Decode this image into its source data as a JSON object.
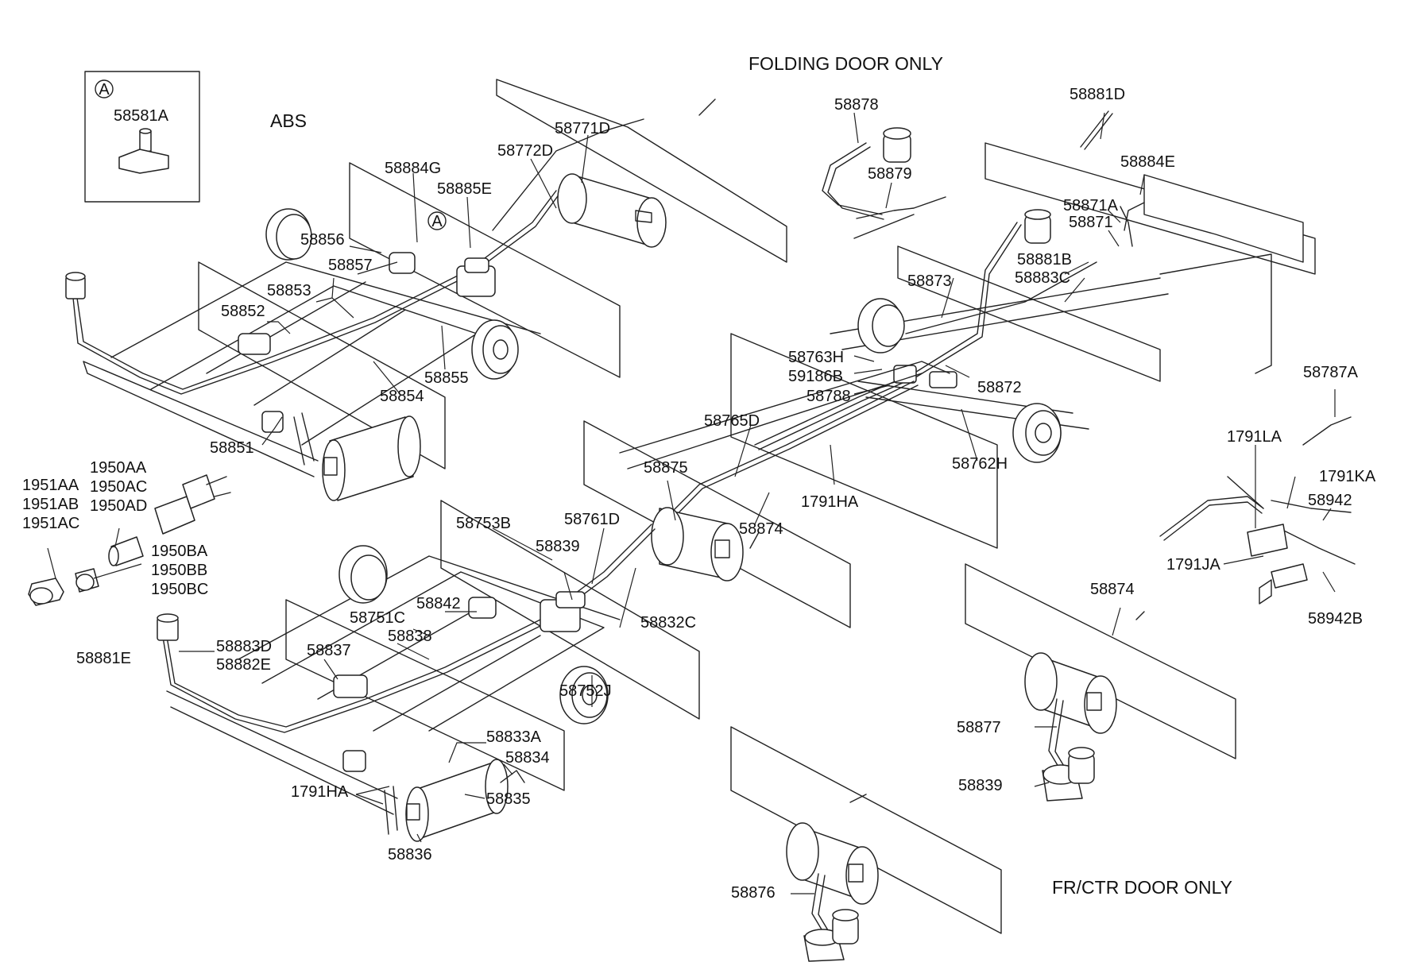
{
  "headers": {
    "folding": "FOLDING DOOR ONLY",
    "abs": "ABS",
    "frctr": "FR/CTR DOOR ONLY"
  },
  "detail_a": {
    "marker": "A",
    "part": "58581A"
  },
  "callout_a": "A",
  "labels": {
    "p58771D": "58771D",
    "p58772D": "58772D",
    "p58884G": "58884G",
    "p58885E": "58885E",
    "p58856": "58856",
    "p58857": "58857",
    "p58853": "58853",
    "p58852": "58852",
    "p58855": "58855",
    "p58854": "58854",
    "p58851": "58851",
    "p58878": "58878",
    "p58879": "58879",
    "p58881D": "58881D",
    "p58884E": "58884E",
    "p58871A": "58871A",
    "p58871": "58871",
    "p58881B": "58881B",
    "p58883C": "58883C",
    "p58873": "58873",
    "p58763H": "58763H",
    "p59186B": "59186B",
    "p58788": "58788",
    "p58872": "58872",
    "p58765D": "58765D",
    "p58762H": "58762H",
    "p1791HA_top": "1791HA",
    "p58787A": "58787A",
    "p1791LA": "1791LA",
    "p1791KA": "1791KA",
    "p58942": "58942",
    "p1791JA": "1791JA",
    "p58942B": "58942B",
    "p1951AA": "1951AA",
    "p1951AB": "1951AB",
    "p1951AC": "1951AC",
    "p1950AA": "1950AA",
    "p1950AC": "1950AC",
    "p1950AD": "1950AD",
    "p1950BA": "1950BA",
    "p1950BB": "1950BB",
    "p1950BC": "1950BC",
    "p58875": "58875",
    "p58874_mid": "58874",
    "p58761D": "58761D",
    "p58753B": "58753B",
    "p58839_mid": "58839",
    "p58842": "58842",
    "p58751C": "58751C",
    "p58838": "58838",
    "p58837": "58837",
    "p58883D": "58883D",
    "p58882E": "58882E",
    "p58881E": "58881E",
    "p58832C": "58832C",
    "p58752J": "58752J",
    "p58833A": "58833A",
    "p58834": "58834",
    "p58835": "58835",
    "p1791HA_bot": "1791HA",
    "p58836": "58836",
    "p58874_right": "58874",
    "p58877": "58877",
    "p58839_right": "58839",
    "p58876": "58876"
  }
}
